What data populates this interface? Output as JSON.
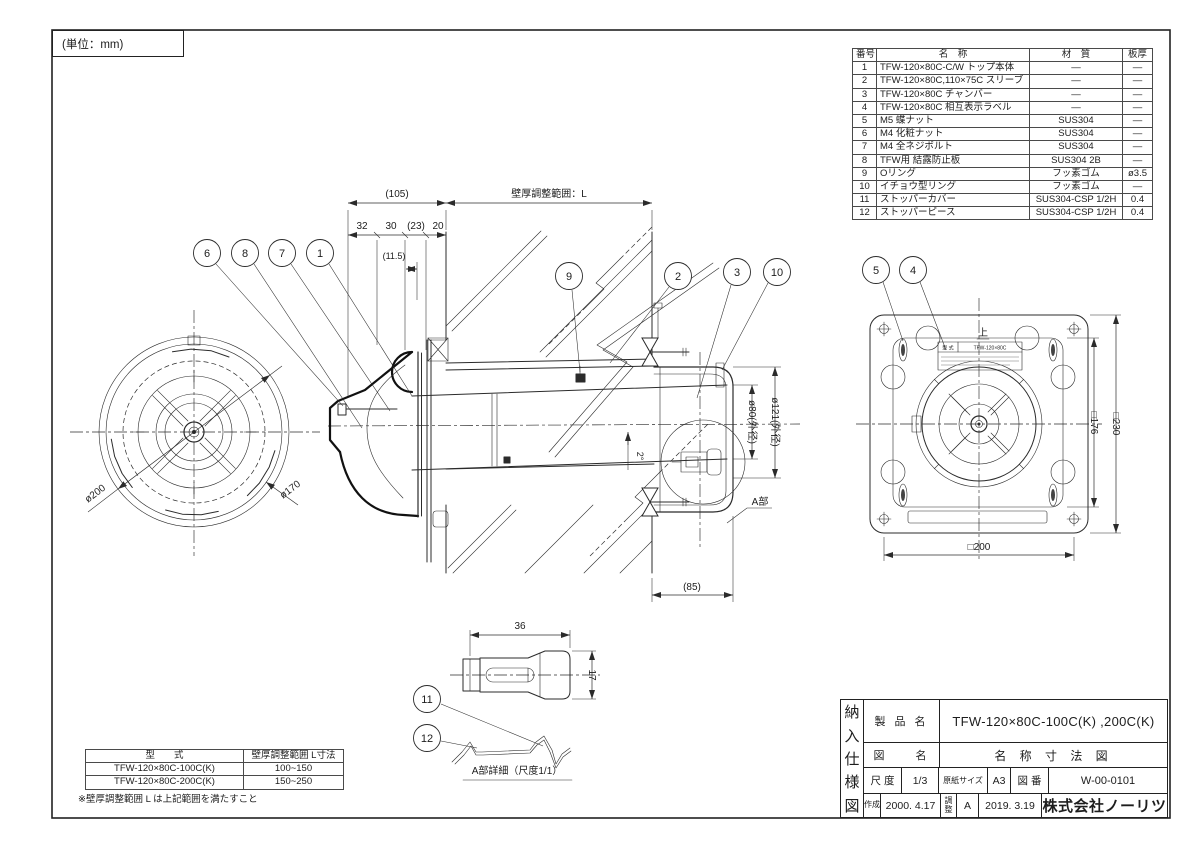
{
  "page": {
    "unit_note": "(単位：mm)"
  },
  "parts_table": {
    "headers": [
      "番号",
      "名　称",
      "材　質",
      "板厚"
    ],
    "rows": [
      [
        "1",
        "TFW-120×80C-C/W トップ本体",
        "―",
        "―"
      ],
      [
        "2",
        "TFW-120×80C,110×75C スリーブ",
        "―",
        "―"
      ],
      [
        "3",
        "TFW-120×80C チャンバー",
        "―",
        "―"
      ],
      [
        "4",
        "TFW-120×80C 相互表示ラベル",
        "―",
        "―"
      ],
      [
        "5",
        "M5 蝶ナット",
        "SUS304",
        "―"
      ],
      [
        "6",
        "M4 化粧ナット",
        "SUS304",
        "―"
      ],
      [
        "7",
        "M4 全ネジボルト",
        "SUS304",
        "―"
      ],
      [
        "8",
        "TFW用 結露防止板",
        "SUS304 2B",
        "―"
      ],
      [
        "9",
        "Oリング",
        "フッ素ゴム",
        "ø3.5"
      ],
      [
        "10",
        "イチョウ型リング",
        "フッ素ゴム",
        "―"
      ],
      [
        "11",
        "ストッパーカバー",
        "SUS304-CSP 1/2H",
        "0.4"
      ],
      [
        "12",
        "ストッパーピース",
        "SUS304-CSP 1/2H",
        "0.4"
      ]
    ]
  },
  "model_table": {
    "headers": [
      "型　　式",
      "壁厚調整範囲 L寸法"
    ],
    "rows": [
      [
        "TFW-120×80C-100C(K)",
        "100~150"
      ],
      [
        "TFW-120×80C-200C(K)",
        "150~250"
      ]
    ],
    "note": "※壁厚調整範囲 L は上記範囲を満たすこと"
  },
  "balloons": [
    "1",
    "2",
    "3",
    "4",
    "5",
    "6",
    "7",
    "8",
    "9",
    "10",
    "11",
    "12"
  ],
  "dims": {
    "d105": "(105)",
    "wallL": "壁厚調整範囲：L",
    "d32": "32",
    "d30": "30",
    "d23": "(23)",
    "d20": "20",
    "d11_5": "(11.5)",
    "d85": "(85)",
    "deg2": "2°",
    "dia80": "ø80(外径)",
    "dia121": "ø121(外径)",
    "dia200": "ø200",
    "dia170": "ø170",
    "sq176": "□176",
    "sq230": "□230",
    "sq200": "□200",
    "d36": "36",
    "d17": "17",
    "a_part": "A部",
    "a_detail": "A部詳細（尺度1/1）",
    "up": "上"
  },
  "label_plate": {
    "title": "型 式",
    "model": "TFW-120×80C"
  },
  "title_block": {
    "doc_chars": [
      "納",
      "入",
      "仕",
      "様",
      "図"
    ],
    "product_label": "製 品 名",
    "product_value": "TFW-120×80C-100C(K) ,200C(K)",
    "drawing_label": "図　　名",
    "drawing_value": "名 称 寸 法 図",
    "scale_label": "尺 度",
    "scale_value": "1/3",
    "paper_label": "原紙サイズ",
    "paper_value": "A3",
    "fig_label": "図 番",
    "fig_value": "W-00-0101",
    "created_label": "作成",
    "created_value": "2000. 4.17",
    "adjust_label": "調整",
    "adjust_rev": "A",
    "adjust_value": "2019. 3.19",
    "company": "株式会社ノーリツ"
  }
}
